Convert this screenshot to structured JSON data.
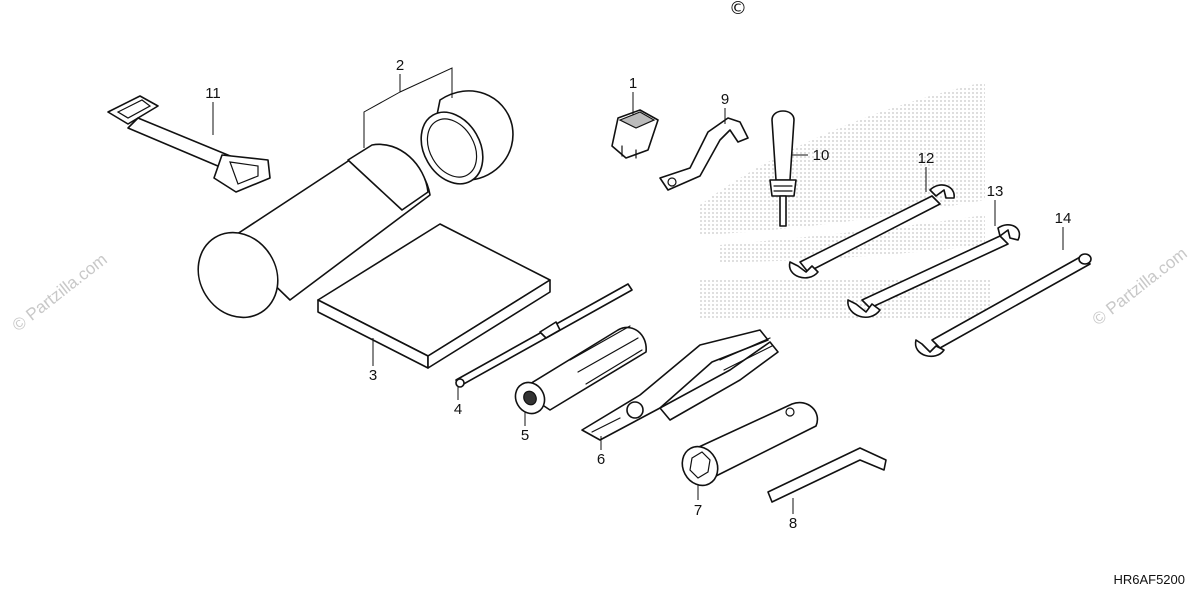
{
  "copyright_symbol": "©",
  "diagram_code": "HR6AF5200",
  "watermark_text": "© Partzilla.com",
  "callouts": [
    "1",
    "2",
    "3",
    "4",
    "5",
    "6",
    "7",
    "8",
    "9",
    "10",
    "11",
    "12",
    "13",
    "14"
  ],
  "colors": {
    "line": "#111111",
    "watermark": "#c8c8c8",
    "logo_dots": "#9a9a9a"
  }
}
